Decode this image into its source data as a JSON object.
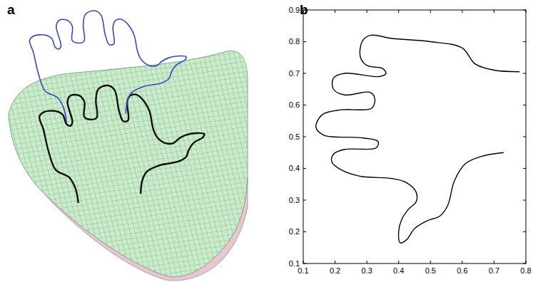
{
  "diagram": {
    "labels": [
      "a",
      "b",
      "0.9",
      "0.8",
      "0.7",
      "0.6",
      "0.5",
      "0.4",
      "0.3",
      "0.2",
      "0.1",
      "0.1",
      "0.2",
      "0.3",
      "0.4",
      "0.5",
      "0.6",
      "0.7",
      "0.8"
    ]
  }
}
